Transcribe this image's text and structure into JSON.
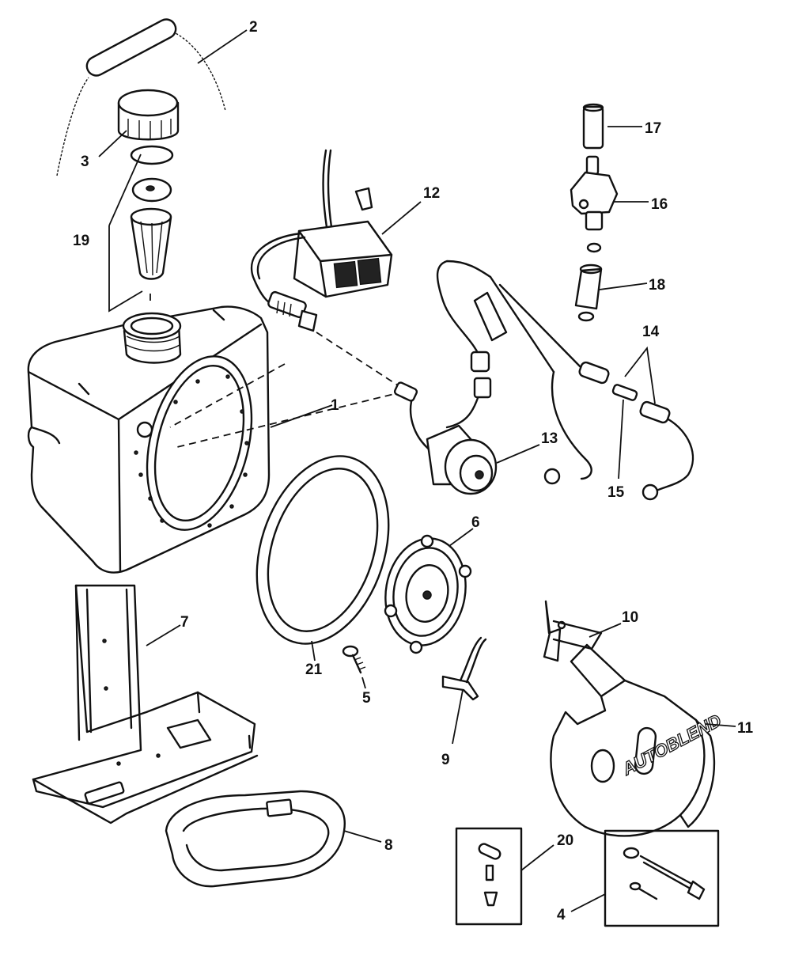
{
  "diagram": {
    "callouts": [
      {
        "id": "c2",
        "number": "2"
      },
      {
        "id": "c3",
        "number": "3"
      },
      {
        "id": "c19",
        "number": "19"
      },
      {
        "id": "c12",
        "number": "12"
      },
      {
        "id": "c17",
        "number": "17"
      },
      {
        "id": "c16",
        "number": "16"
      },
      {
        "id": "c18",
        "number": "18"
      },
      {
        "id": "c14",
        "number": "14"
      },
      {
        "id": "c1",
        "number": "1"
      },
      {
        "id": "c13",
        "number": "13"
      },
      {
        "id": "c15",
        "number": "15"
      },
      {
        "id": "c6",
        "number": "6"
      },
      {
        "id": "c7",
        "number": "7"
      },
      {
        "id": "c10",
        "number": "10"
      },
      {
        "id": "c21",
        "number": "21"
      },
      {
        "id": "c5",
        "number": "5"
      },
      {
        "id": "c9",
        "number": "9"
      },
      {
        "id": "c11",
        "number": "11"
      },
      {
        "id": "c8",
        "number": "8"
      },
      {
        "id": "c20",
        "number": "20"
      },
      {
        "id": "c4",
        "number": "4"
      }
    ],
    "cover_logo": "AUTOBLEND"
  }
}
